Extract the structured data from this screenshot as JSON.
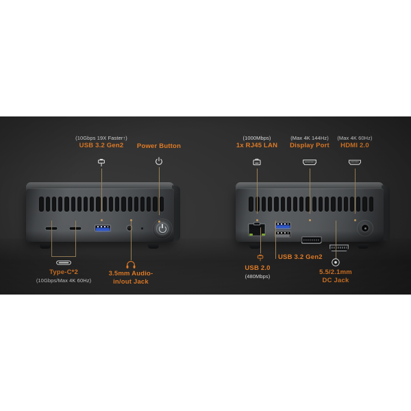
{
  "page": {
    "type": "product-port-infographic",
    "background_color": "#ffffff",
    "band_color": "#2e2e2e",
    "accent_color": "#e07b26",
    "sub_text_color": "#d9dadb",
    "leader_line_color": "#9c8258"
  },
  "devices": [
    {
      "name": "mini-pc-front",
      "view": "front"
    },
    {
      "name": "mini-pc-rear",
      "view": "rear"
    }
  ],
  "front": {
    "callouts": {
      "usb32gen2": {
        "spec": "(10Gbps  19X Faster↑)",
        "title": "USB 3.2 Gen2",
        "icon": "usb-icon"
      },
      "power_button": {
        "title": "Power Button",
        "icon": "power-icon"
      },
      "type_c": {
        "title": "Type-C*2",
        "spec": "(10Gbps/Max 4K 60Hz)",
        "icon": "usb-c-icon"
      },
      "audio_jack": {
        "title_line1": "3.5mm Audio-",
        "title_line2": "in/out Jack",
        "icon": "headphone-icon"
      }
    }
  },
  "rear": {
    "callouts": {
      "lan": {
        "spec": "(1000Mbps)",
        "title": "1x RJ45 LAN",
        "icon": "rj45-icon"
      },
      "display_port": {
        "spec": "(Max 4K 144Hz)",
        "title": "Display Port",
        "icon": "displayport-icon"
      },
      "hdmi": {
        "spec": "(Max 4K 60Hz)",
        "title": "HDMI 2.0",
        "icon": "hdmi-icon"
      },
      "usb32gen2": {
        "title": "USB 3.2 Gen2",
        "icon": "usb-icon"
      },
      "usb20": {
        "title": "USB 2.0",
        "spec": "(480Mbps)"
      },
      "dc_jack": {
        "title_line1": "5.5/2.1mm",
        "title_line2": "DC Jack",
        "icon": "dc-jack-icon"
      }
    }
  }
}
